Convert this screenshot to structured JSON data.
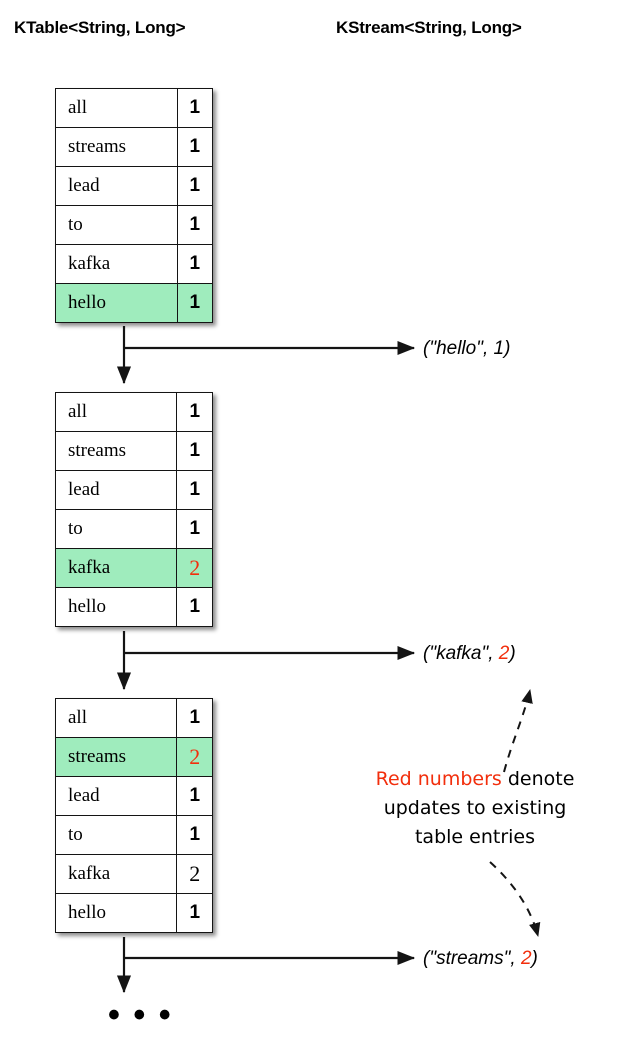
{
  "headers": {
    "ktable": "KTable<String, Long>",
    "kstream": "KStream<String, Long>"
  },
  "colors": {
    "highlight_green": "#9fecbd",
    "update_red": "#f22e0c",
    "line_black": "#141414",
    "background": "#ffffff"
  },
  "tables": [
    {
      "id": "table-1",
      "rows": [
        {
          "key": "all",
          "value": "1",
          "highlight": false,
          "red": false
        },
        {
          "key": "streams",
          "value": "1",
          "highlight": false,
          "red": false
        },
        {
          "key": "lead",
          "value": "1",
          "highlight": false,
          "red": false
        },
        {
          "key": "to",
          "value": "1",
          "highlight": false,
          "red": false
        },
        {
          "key": "kafka",
          "value": "1",
          "highlight": false,
          "red": false
        },
        {
          "key": "hello",
          "value": "1",
          "highlight": true,
          "red": false
        }
      ]
    },
    {
      "id": "table-2",
      "rows": [
        {
          "key": "all",
          "value": "1",
          "highlight": false,
          "red": false
        },
        {
          "key": "streams",
          "value": "1",
          "highlight": false,
          "red": false
        },
        {
          "key": "lead",
          "value": "1",
          "highlight": false,
          "red": false
        },
        {
          "key": "to",
          "value": "1",
          "highlight": false,
          "red": false
        },
        {
          "key": "kafka",
          "value": "2",
          "highlight": true,
          "red": true
        },
        {
          "key": "hello",
          "value": "1",
          "highlight": false,
          "red": false
        }
      ]
    },
    {
      "id": "table-3",
      "rows": [
        {
          "key": "all",
          "value": "1",
          "highlight": false,
          "red": false
        },
        {
          "key": "streams",
          "value": "2",
          "highlight": true,
          "red": true
        },
        {
          "key": "lead",
          "value": "1",
          "highlight": false,
          "red": false
        },
        {
          "key": "to",
          "value": "1",
          "highlight": false,
          "red": false
        },
        {
          "key": "kafka",
          "value": "2",
          "highlight": false,
          "red": false
        },
        {
          "key": "hello",
          "value": "1",
          "highlight": false,
          "red": false
        }
      ]
    }
  ],
  "stream_records": [
    {
      "id": "record-hello",
      "prefix": "(\"hello\", ",
      "value": "1",
      "suffix": ")",
      "value_red": false
    },
    {
      "id": "record-kafka",
      "prefix": "(\"kafka\", ",
      "value": "2",
      "suffix": ")",
      "value_red": true
    },
    {
      "id": "record-streams",
      "prefix": "(\"streams\", ",
      "value": "2",
      "suffix": ")",
      "value_red": true
    }
  ],
  "annotation": {
    "line1_red": "Red numbers",
    "line1_rest": " denote",
    "line2": "updates to existing",
    "line3": "table entries"
  },
  "ellipsis": "• • •"
}
